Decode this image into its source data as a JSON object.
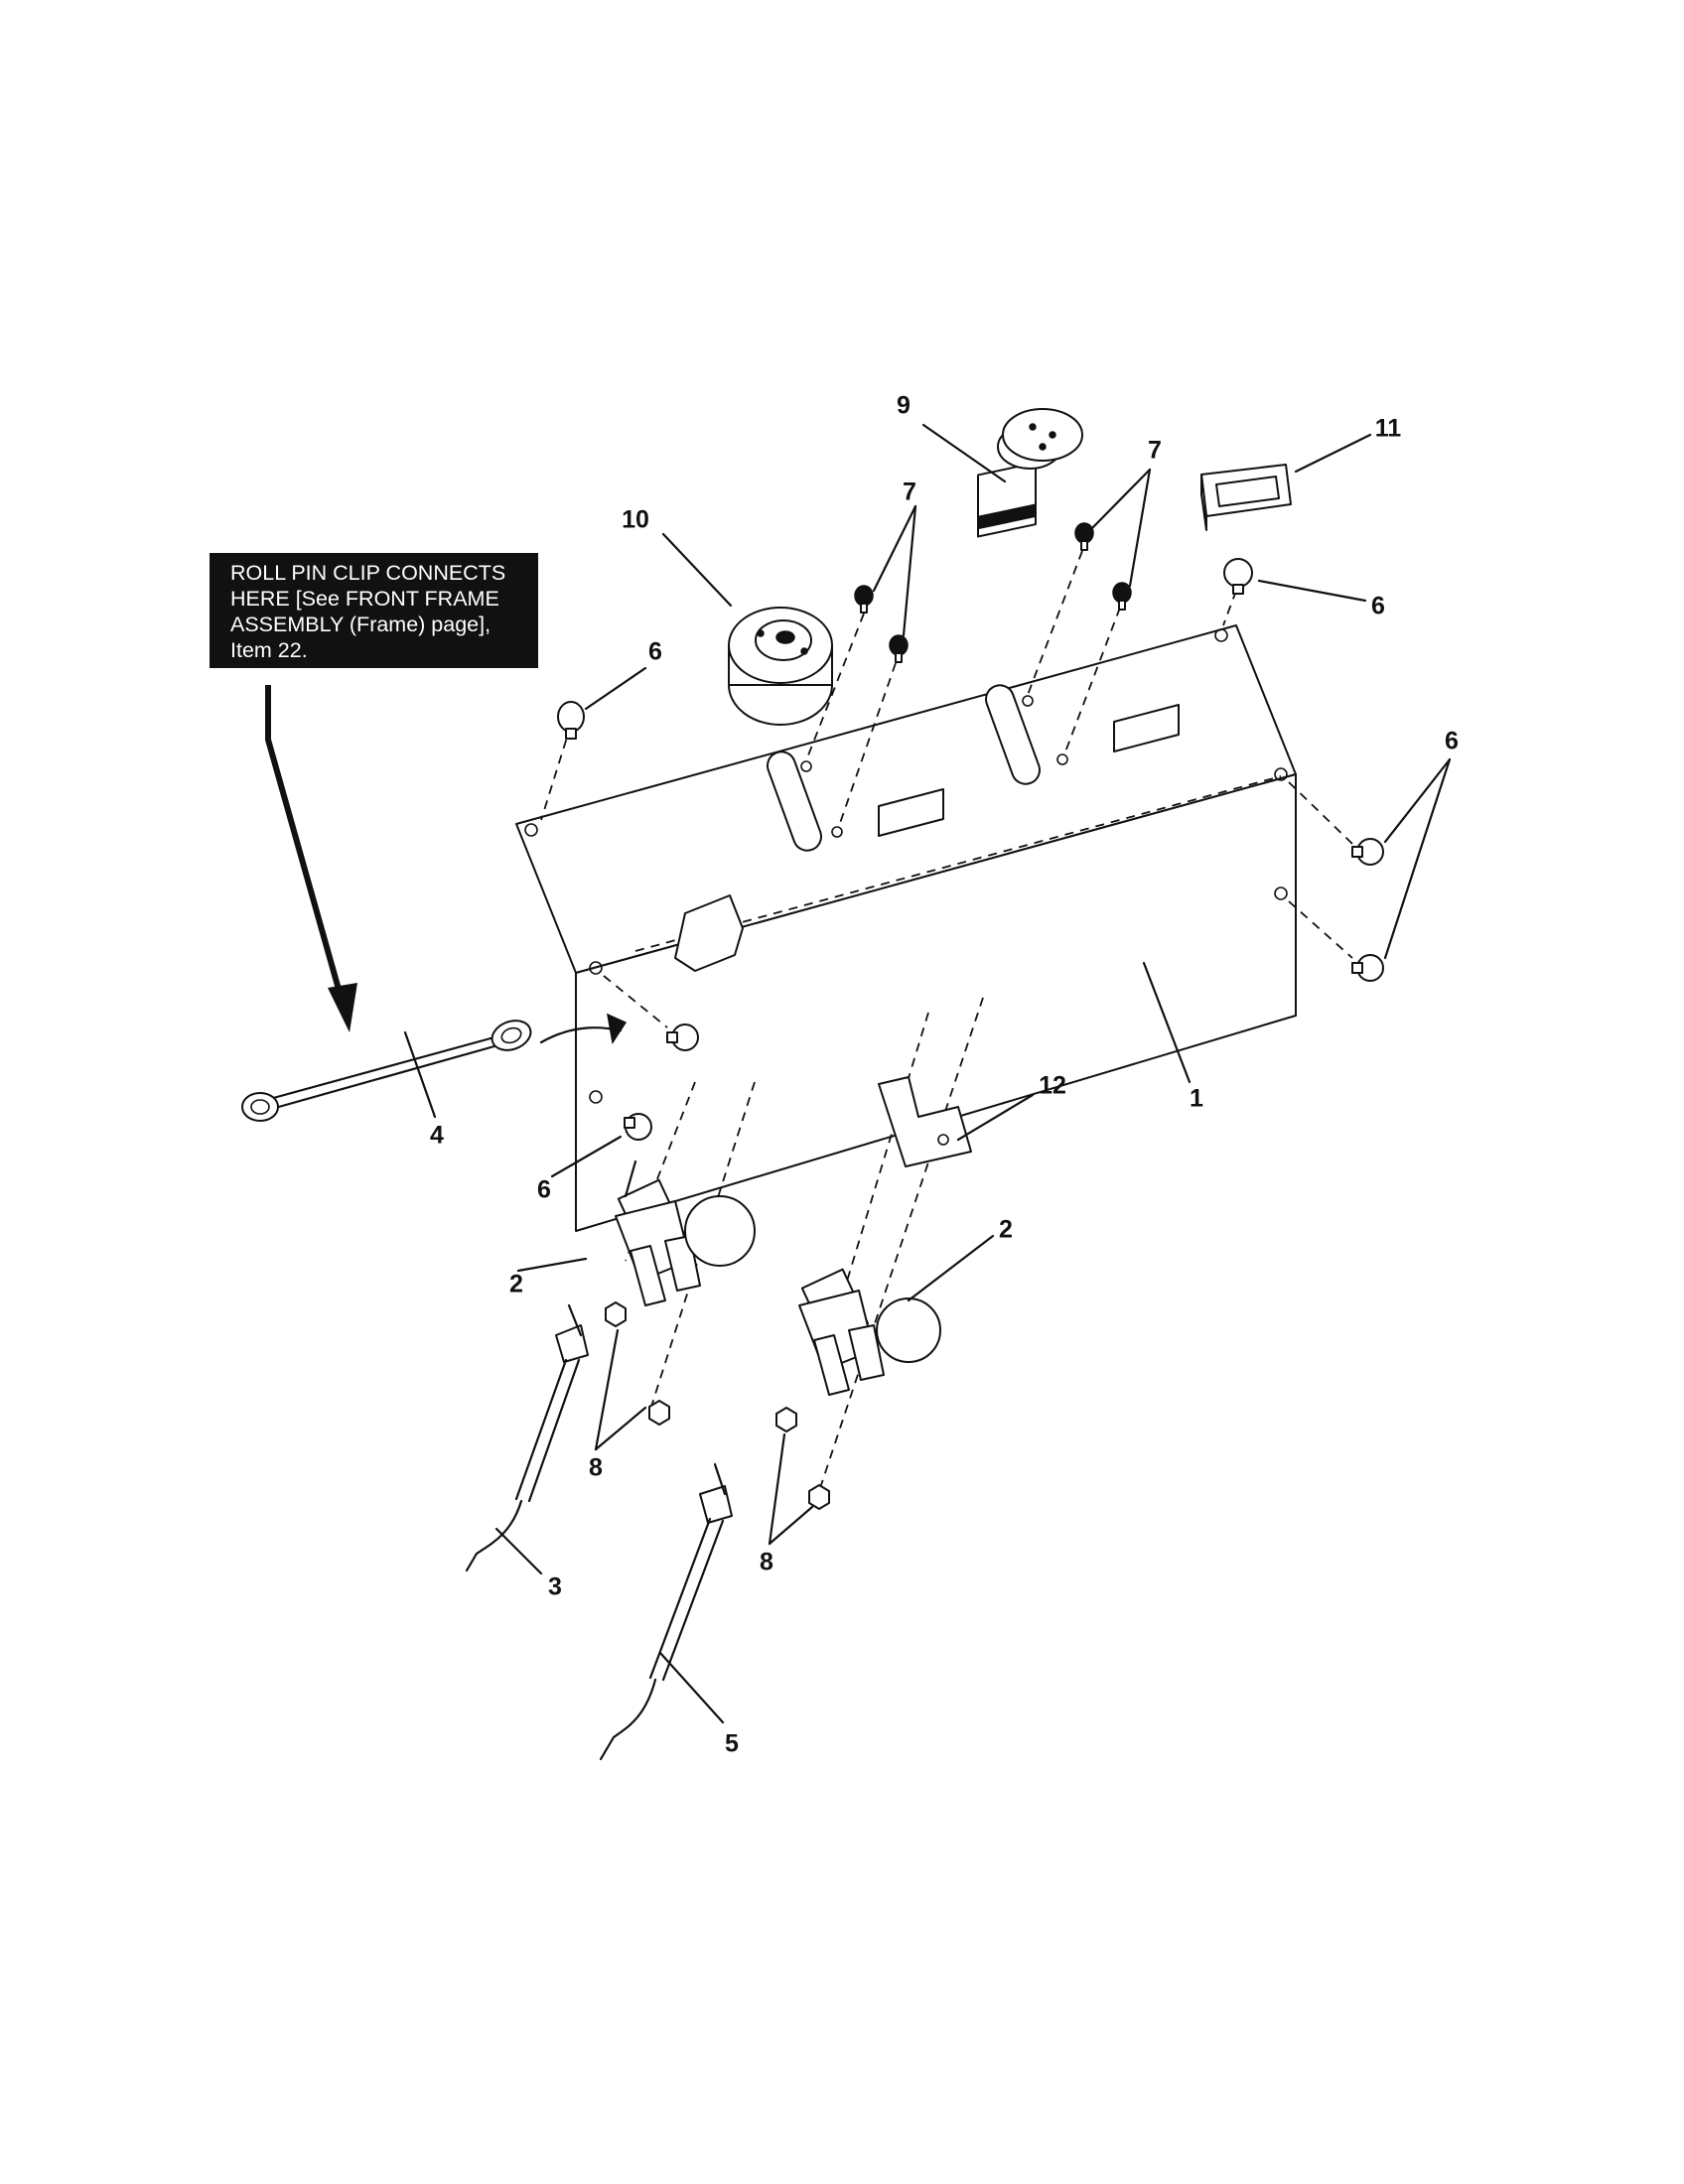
{
  "note": {
    "lines": [
      "ROLL PIN CLIP CONNECTS",
      "HERE [See FRONT FRAME",
      "ASSEMBLY (Frame) page],",
      "Item 22."
    ]
  },
  "callouts": {
    "c1": "1",
    "c2a": "2",
    "c2b": "2",
    "c3": "3",
    "c4": "4",
    "c5": "5",
    "c6a": "6",
    "c6b": "6",
    "c6c": "6",
    "c6d": "6",
    "c7a": "7",
    "c7b": "7",
    "c8a": "8",
    "c8b": "8",
    "c9": "9",
    "c10": "10",
    "c11": "11",
    "c12": "12"
  }
}
